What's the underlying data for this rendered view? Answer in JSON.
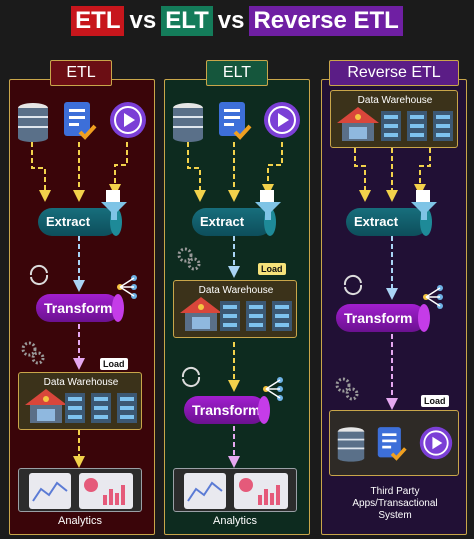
{
  "title": {
    "part1": "ETL",
    "vs1": "vs",
    "part2": "ELT",
    "vs2": "vs",
    "part3": "Reverse ETL"
  },
  "columns": {
    "etl": {
      "header": "ETL",
      "extract": "Extract",
      "transform": "Transform",
      "load_badge": "Load",
      "warehouse": "Data Warehouse",
      "output": "Analytics"
    },
    "elt": {
      "header": "ELT",
      "extract": "Extract",
      "load_badge": "Load",
      "warehouse": "Data Warehouse",
      "transform": "Transform",
      "output": "Analytics"
    },
    "reverse": {
      "header": "Reverse ETL",
      "warehouse": "Data Warehouse",
      "extract": "Extract",
      "transform": "Transform",
      "load_badge": "Load",
      "output_line1": "Third Party",
      "output_line2": "Apps/Transactional",
      "output_line3": "System"
    }
  },
  "colors": {
    "etl": "#c7161c",
    "elt": "#147c5a",
    "reverse": "#6f1fa3",
    "border": "#c9a64a",
    "arrow_yellow": "#f2d24b",
    "arrow_blue": "#a9d4f5",
    "arrow_pink": "#e5a8f0"
  },
  "icons": [
    "database-icon",
    "document-check-icon",
    "play-icon",
    "funnel-icon",
    "cycle-arrows-icon",
    "gears-icon",
    "network-icon",
    "house-icon",
    "server-rack-icon",
    "dashboard-icon"
  ]
}
